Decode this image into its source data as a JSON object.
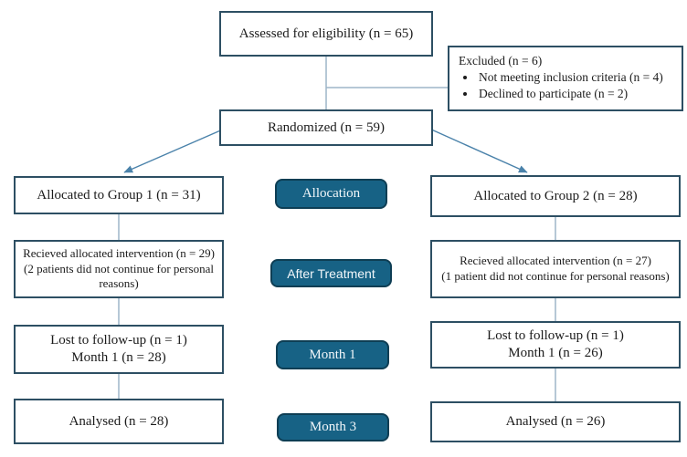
{
  "colors": {
    "box_border": "#2d4f63",
    "badge_fill": "#176285",
    "badge_border": "#0e3e54",
    "badge_text": "#f2f7fa",
    "connector": "#9db6c8",
    "arrow": "#4a82aa",
    "text": "#1b1b1b",
    "background": "#ffffff"
  },
  "flow": {
    "assessed": "Assessed for eligibility (n = 65)",
    "excluded": {
      "title": "Excluded (n = 6)",
      "bullets": [
        "Not meeting inclusion criteria (n = 4)",
        "Declined to participate (n = 2)"
      ]
    },
    "randomized": "Randomized (n = 59)",
    "group1": {
      "allocated": "Allocated to Group 1 (n = 31)",
      "received_line1": "Recieved allocated intervention (n = 29)",
      "received_line2": "(2 patients did not continue for personal reasons)",
      "month1_line1": "Lost to follow-up (n = 1)",
      "month1_line2": "Month 1 (n = 28)",
      "analysed": "Analysed (n = 28)"
    },
    "group2": {
      "allocated": "Allocated to Group 2 (n = 28)",
      "received_line1": "Recieved allocated intervention (n = 27)",
      "received_line2": "(1 patient did not continue for personal reasons)",
      "month1_line1": "Lost to follow-up (n = 1)",
      "month1_line2": "Month 1 (n = 26)",
      "analysed": "Analysed (n = 26)"
    },
    "stage_badges": {
      "allocation": "Allocation",
      "after_treatment": "After Treatment",
      "month1": "Month 1",
      "month3": "Month 3"
    }
  }
}
